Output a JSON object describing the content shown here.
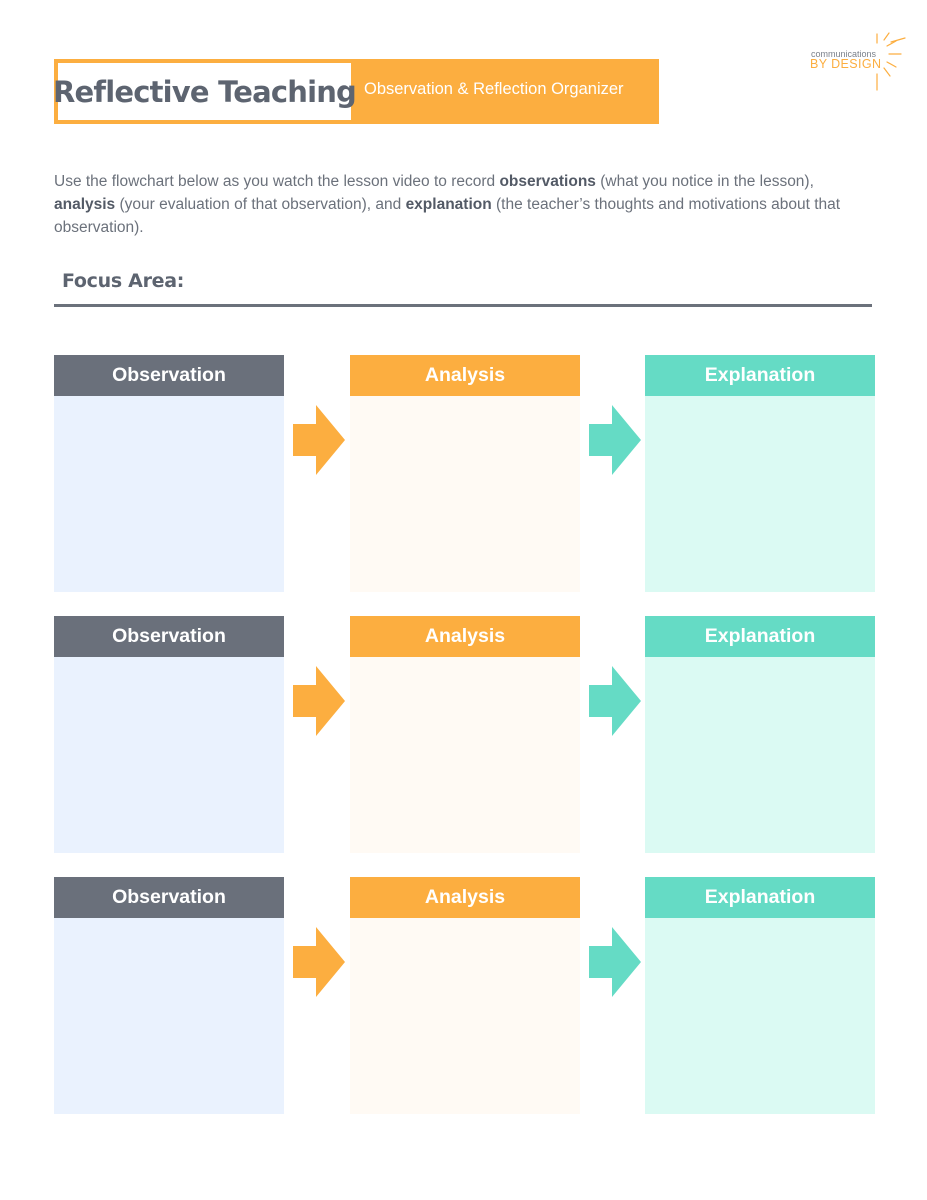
{
  "header": {
    "title": "Reflective Teaching",
    "subtitle": "Observation & Reflection Organizer"
  },
  "logo": {
    "line1": "communications",
    "line2": "BY DESIGN"
  },
  "instructions": {
    "part1": "Use the flowchart below as you watch the lesson video to record ",
    "bold1": "observations",
    "part2": " (what you notice in the lesson), ",
    "bold2": "analysis",
    "part3": " (your evaluation of that observation), and ",
    "bold3": "explanation",
    "part4": " (the teacher’s thoughts and motivations about that observation)."
  },
  "focus": {
    "label": "Focus Area:"
  },
  "rows": [
    {
      "observation": "Observation",
      "analysis": "Analysis",
      "explanation": "Explanation"
    },
    {
      "observation": "Observation",
      "analysis": "Analysis",
      "explanation": "Explanation"
    },
    {
      "observation": "Observation",
      "analysis": "Analysis",
      "explanation": "Explanation"
    }
  ],
  "colors": {
    "accent_orange": "#fcae40",
    "slate": "#6a707b",
    "teal": "#65dbc5",
    "observation_fill": "#eaf2fe",
    "analysis_fill": "#fffaf4",
    "explanation_fill": "#dbfaf3"
  },
  "icons": {
    "arrow_to_analysis": "arrow-right-icon",
    "arrow_to_explanation": "arrow-right-icon",
    "logo_burst": "sunburst-icon"
  }
}
